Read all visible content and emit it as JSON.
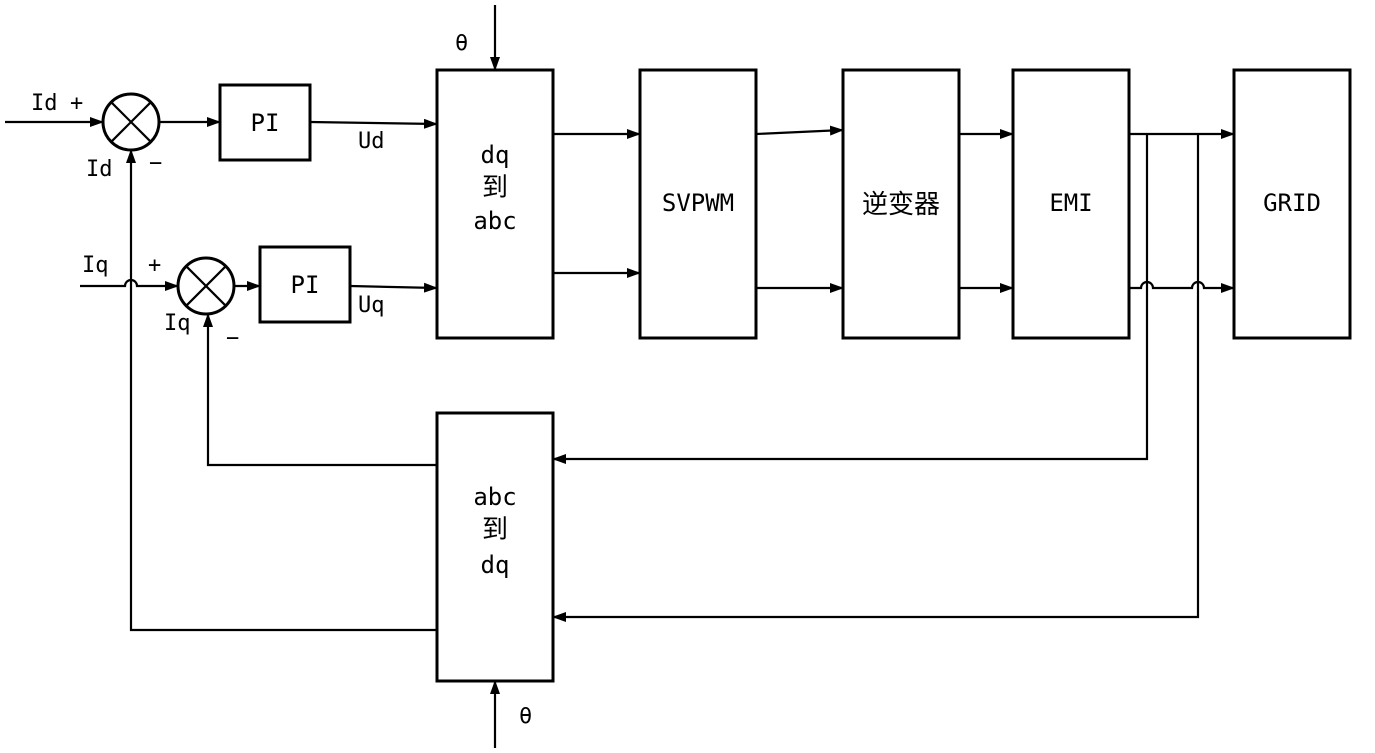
{
  "blocks": {
    "pi_d": "PI",
    "pi_q": "PI",
    "dq_to_abc": [
      "dq",
      "到",
      "abc"
    ],
    "svpwm": "SVPWM",
    "inverter": "逆变器",
    "emi": "EMI",
    "grid": "GRID",
    "abc_to_dq": [
      "abc",
      "到",
      "dq"
    ]
  },
  "labels": {
    "id_ref": "Id",
    "id_ref_sign": "+",
    "id_feedback": "Id",
    "id_feedback_sign": "−",
    "iq_ref": "Iq",
    "iq_ref_sign": "+",
    "iq_feedback": "Iq",
    "iq_feedback_sign": "−",
    "ud": "Ud",
    "uq": "Uq",
    "theta_top": "θ",
    "theta_bottom": "θ"
  }
}
